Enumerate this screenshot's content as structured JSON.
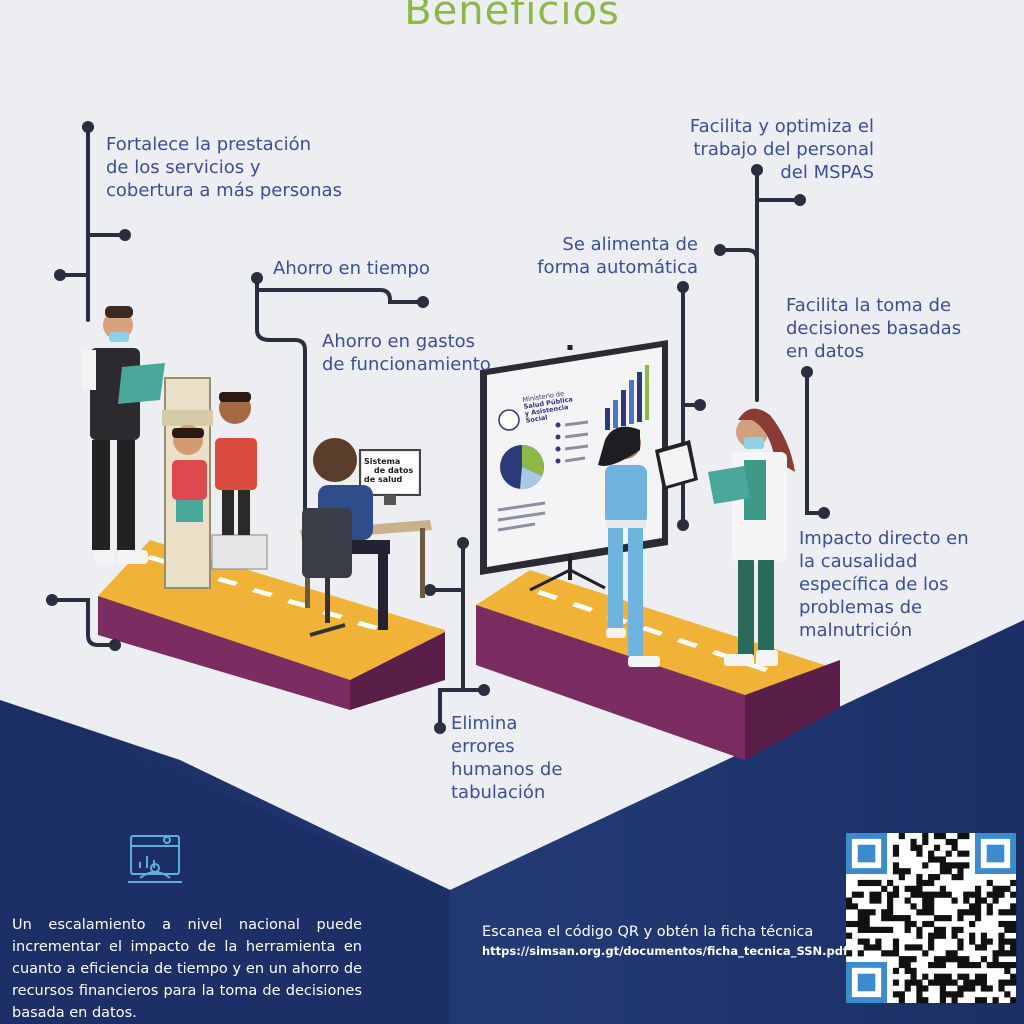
{
  "title": "Beneficios",
  "benefits": {
    "prestacion": [
      "Fortalece la prestación",
      "de los servicios y",
      "cobertura a más personas"
    ],
    "tiempo": [
      "Ahorro en tiempo"
    ],
    "gastos": [
      "Ahorro en gastos",
      "de funcionamiento"
    ],
    "errores": [
      "Elimina",
      "errores",
      "humanos de",
      "tabulación"
    ],
    "optimiza": [
      "Facilita y optimiza el",
      "trabajo del personal",
      "del MSPAS"
    ],
    "alimenta": [
      "Se alimenta de",
      "forma automática"
    ],
    "decisiones": [
      "Facilita la toma de",
      "decisiones basadas",
      "en datos"
    ],
    "impacto": [
      "Impacto directo en",
      "la causalidad",
      "específica de los",
      "problemas de",
      "malnutrición"
    ]
  },
  "computer_screen": [
    "Sistema",
    "de",
    "datos",
    "de salud"
  ],
  "board_header": [
    "Ministerio de",
    "Salud Pública",
    "y Asistencia",
    "Social"
  ],
  "footer": {
    "text": "Un escalamiento a nivel nacional puede incrementar el impacto de la herramienta en cuanto a eficiencia de tiempo y en un ahorro de recursos financieros para la toma de decisiones basada en datos.",
    "qr_note": "Escanea el código QR y obtén la ficha técnica",
    "qr_url": "https://simsan.org.gt/documentos/ficha_tecnica_SSN.pdf"
  },
  "colors": {
    "green_title": "#8db848",
    "blue_text": "#3c4e95",
    "navy": "#1d3268",
    "road": "#f0b338",
    "plum": "#7b2d62"
  },
  "icons": [
    "analytics-icon",
    "qr-code"
  ]
}
